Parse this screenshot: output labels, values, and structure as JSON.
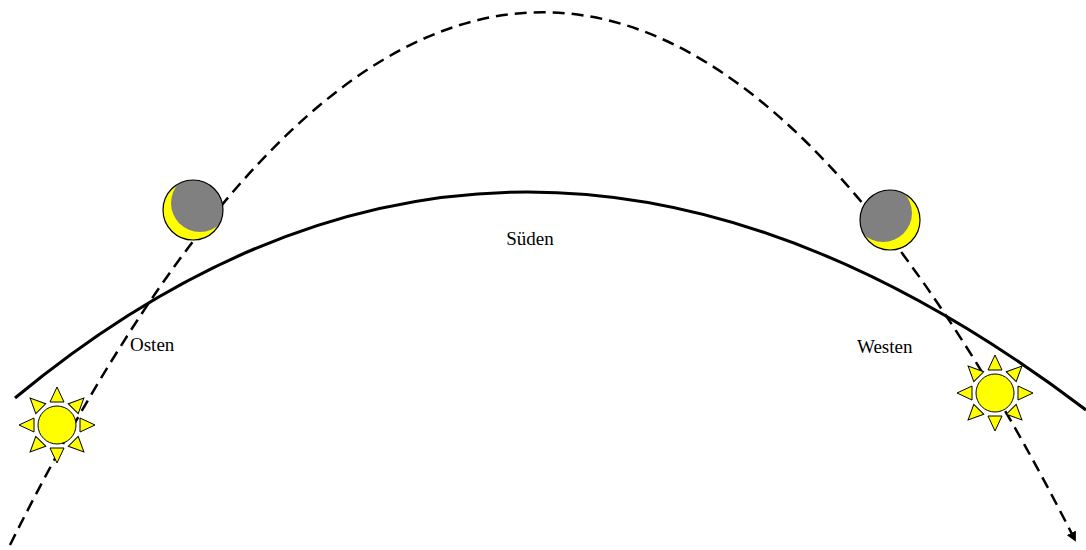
{
  "diagram": {
    "labels": [
      "Osten",
      "Süden",
      "Westen"
    ]
  }
}
